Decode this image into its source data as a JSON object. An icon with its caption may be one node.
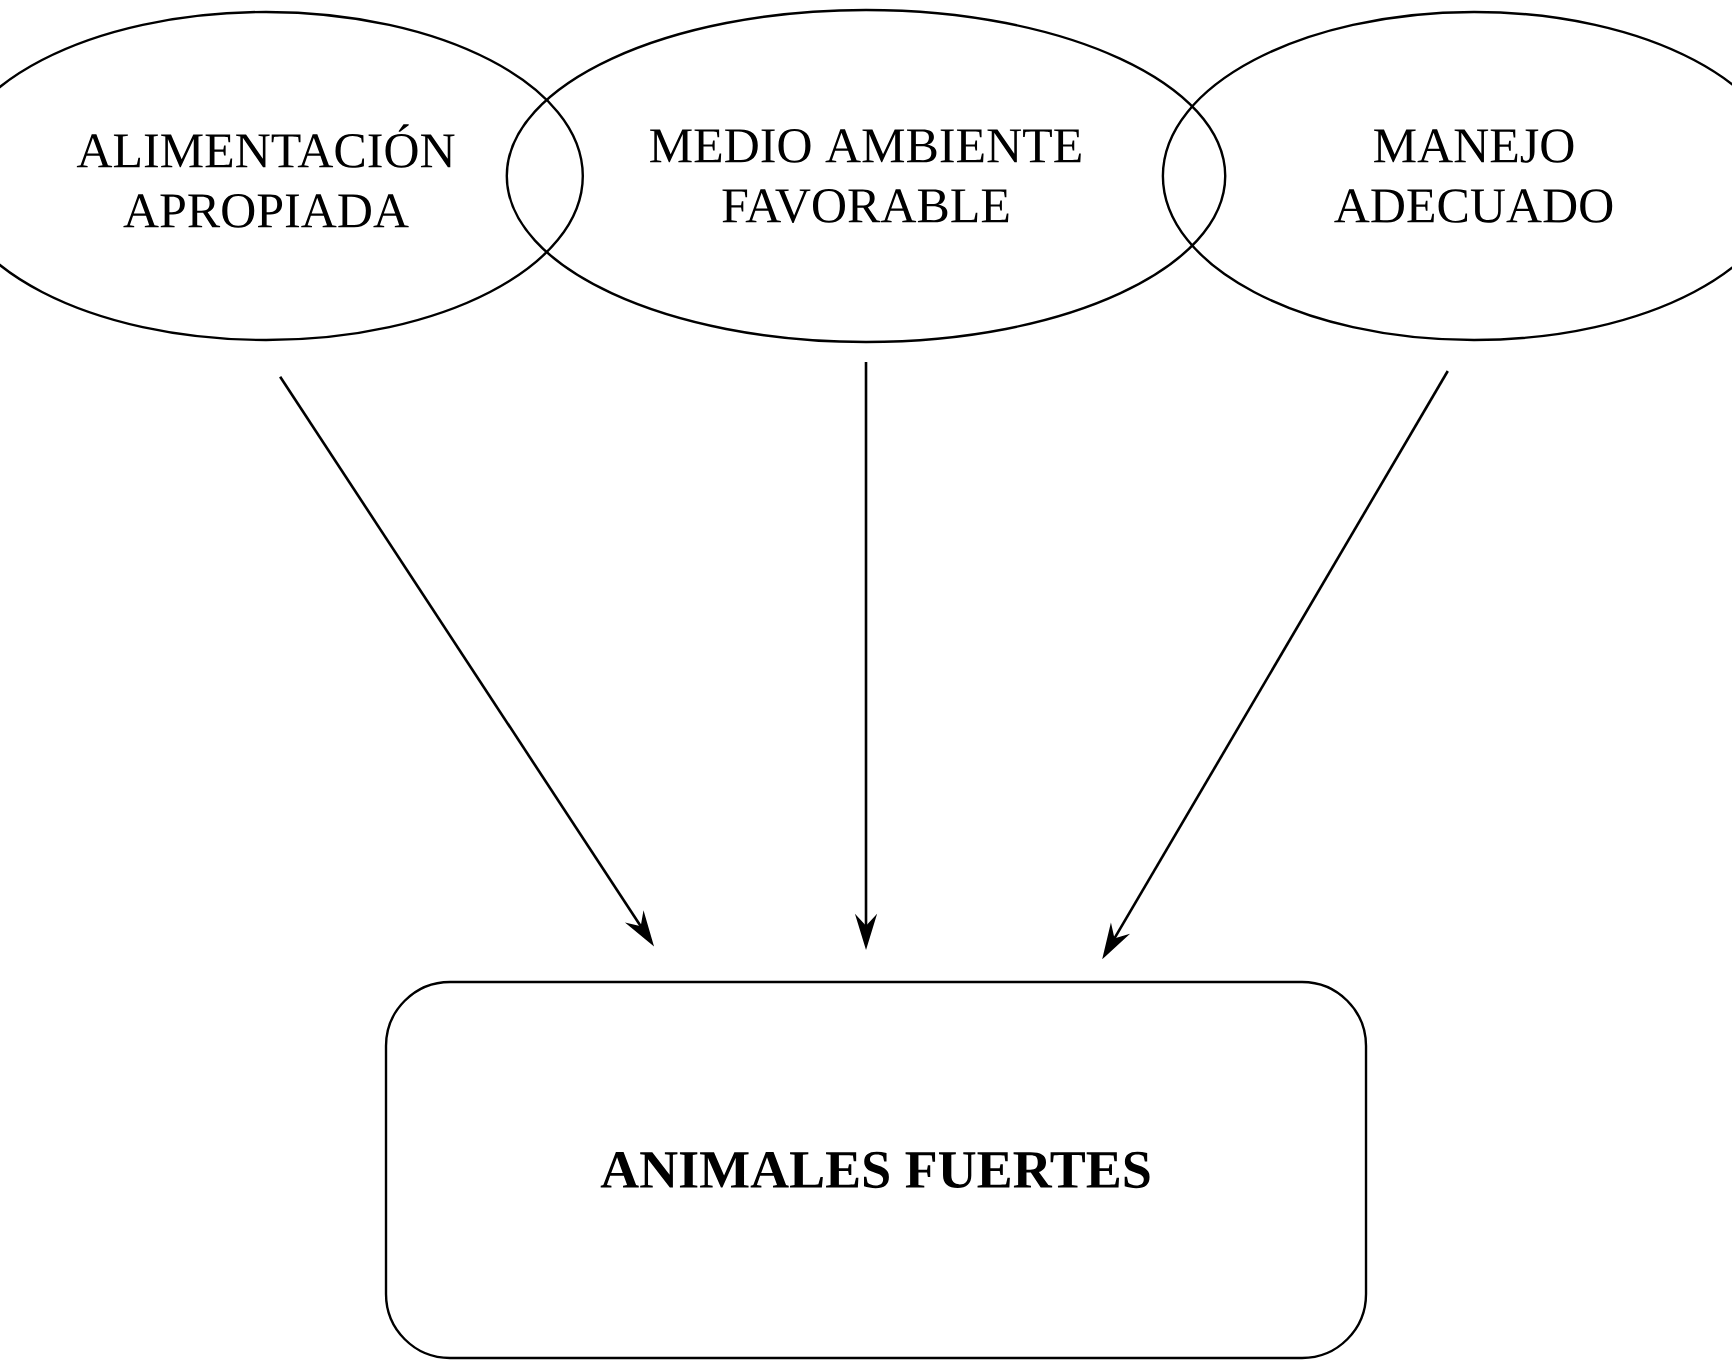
{
  "diagram": {
    "nodes": [
      {
        "text": [
          "ALIMENTACIÓN APROPIADA"
        ]
      },
      {
        "text": [
          "MEDIO AMBIENTE FAVORABLE"
        ]
      },
      {
        "text": [
          "MANEJO ADECUADO"
        ]
      },
      {
        "text": [
          "ANIMALES FUERTES"
        ]
      }
    ],
    "edges": [
      {
        "from": 0,
        "to": 3,
        "arrow": "to"
      },
      {
        "from": 1,
        "to": 3,
        "arrow": "to"
      },
      {
        "from": 2,
        "to": 3,
        "arrow": "to"
      }
    ]
  }
}
